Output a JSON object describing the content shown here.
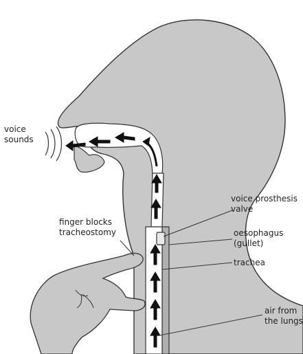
{
  "labels": {
    "voice_sounds": [
      "voice",
      "sounds"
    ],
    "finger_blocks": [
      "finger blocks",
      "tracheostomy"
    ],
    "voice_prosthesis": [
      "voice prosthesis",
      "valve"
    ],
    "oesophagus": [
      "oesophagus",
      "(gullet)"
    ],
    "trachea": "trachea",
    "air_from_lungs": [
      "air from",
      "the lungs"
    ]
  },
  "colors": {
    "body_fill": "#c8c8c8",
    "cavity_fill": "#ffffff",
    "outline": "#333333",
    "arrow": "#111111",
    "tube_fill": "#b0b0b0"
  }
}
